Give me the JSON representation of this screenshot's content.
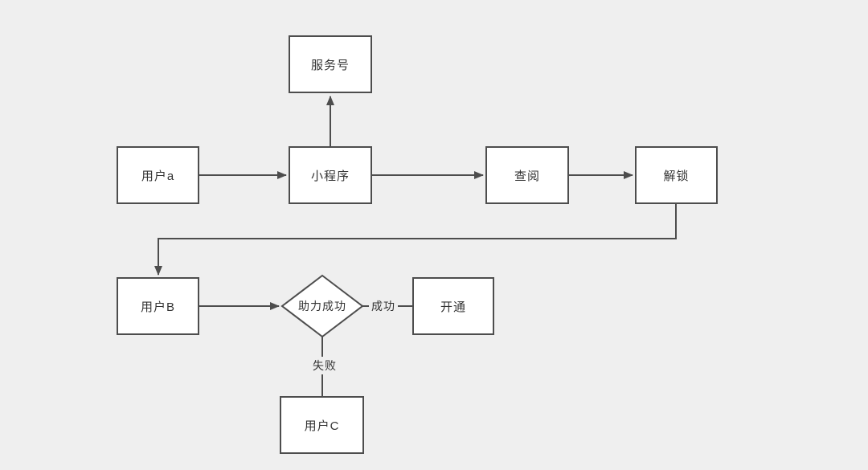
{
  "diagram": {
    "nodes": {
      "service_account": {
        "label": "服务号"
      },
      "user_a": {
        "label": "用户a"
      },
      "mini_program": {
        "label": "小程序"
      },
      "review": {
        "label": "查阅"
      },
      "unlock": {
        "label": "解锁"
      },
      "user_b": {
        "label": "用户B"
      },
      "decision": {
        "label": "助力成功"
      },
      "activate": {
        "label": "开通"
      },
      "user_c": {
        "label": "用户C"
      }
    },
    "edge_labels": {
      "success": "成功",
      "failure": "失败"
    },
    "colors": {
      "background": "#efefef",
      "node_fill": "#ffffff",
      "stroke": "#4d4d4d",
      "text": "#333333"
    }
  }
}
